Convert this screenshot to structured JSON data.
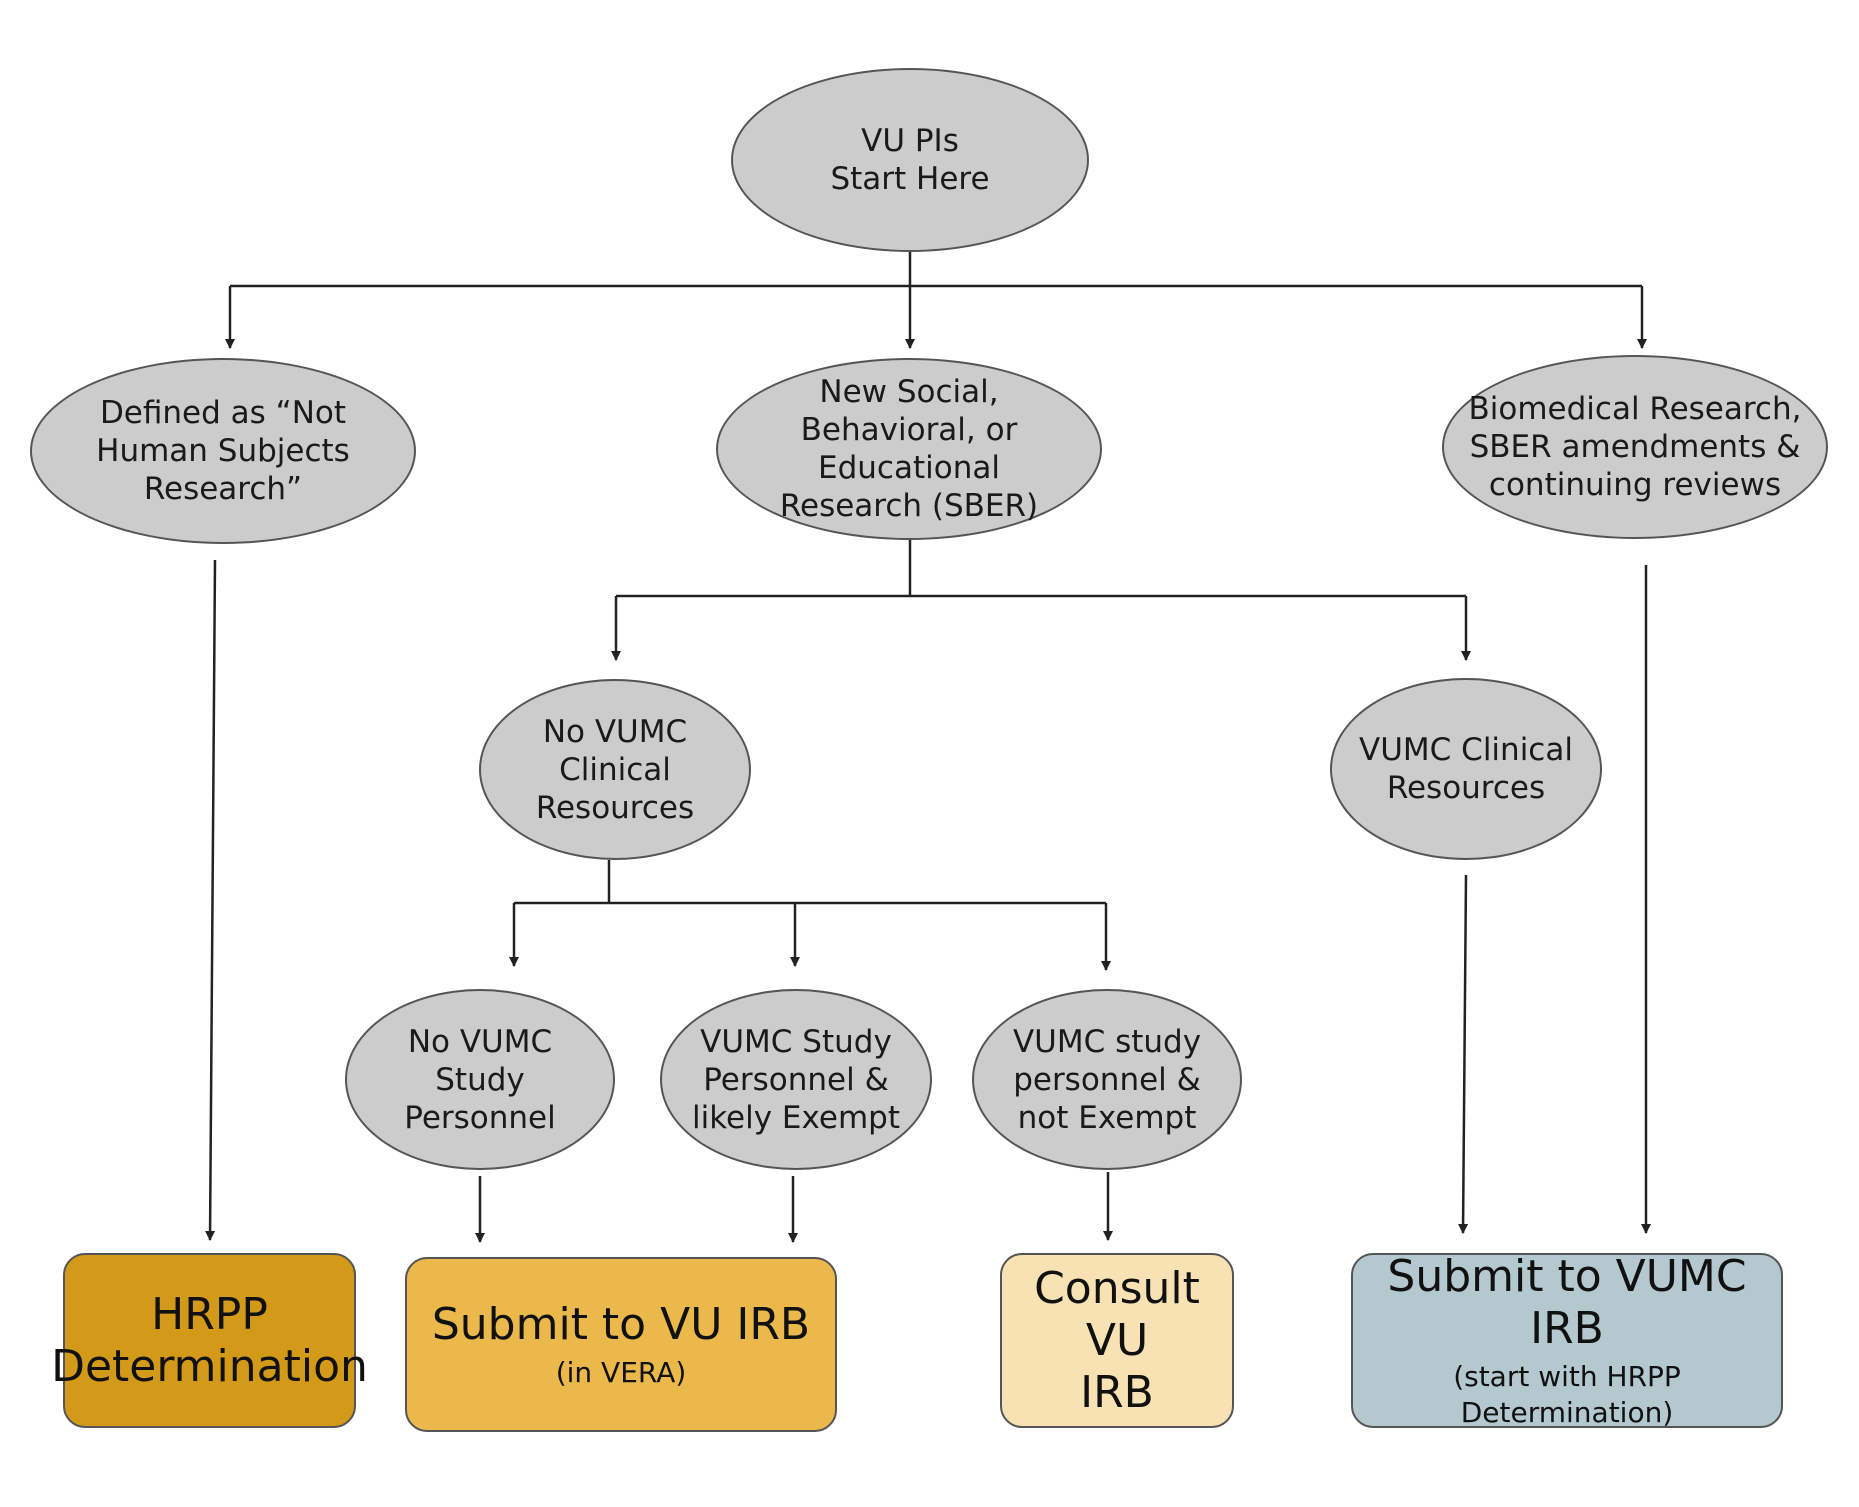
{
  "colors": {
    "node_fill": "#cccccc",
    "node_border": "#555555",
    "hrpp_fill": "#d39a19",
    "vu_irb_fill": "#ebb94b",
    "consult_fill": "#f8e2b4",
    "vumc_irb_fill": "#b4c9cf",
    "connector": "#222222"
  },
  "nodes": {
    "start": "VU PIs\nStart  Here",
    "not_human": "Defined as “Not\nHuman Subjects\nResearch”",
    "new_sber": "New Social,\nBehavioral, or\nEducational\nResearch (SBER)",
    "biomedical": "Biomedical Research,\nSBER amendments &\ncontinuing reviews",
    "no_vumc_clinical": "No VUMC\nClinical\nResources",
    "vumc_clinical": "VUMC Clinical\nResources",
    "no_vumc_personnel": "No VUMC\nStudy\nPersonnel",
    "vumc_personnel_exempt": "VUMC Study\nPersonnel &\nlikely Exempt",
    "vumc_personnel_not_exempt": "VUMC study\npersonnel &\nnot Exempt"
  },
  "outcomes": {
    "hrpp": {
      "title": "HRPP\nDetermination"
    },
    "vu_irb": {
      "title": "Submit to VU IRB",
      "sub": "(in VERA)"
    },
    "consult": {
      "title": "Consult VU\nIRB"
    },
    "vumc_irb": {
      "title": "Submit to VUMC IRB",
      "sub": "(start with HRPP\nDetermination)"
    }
  }
}
